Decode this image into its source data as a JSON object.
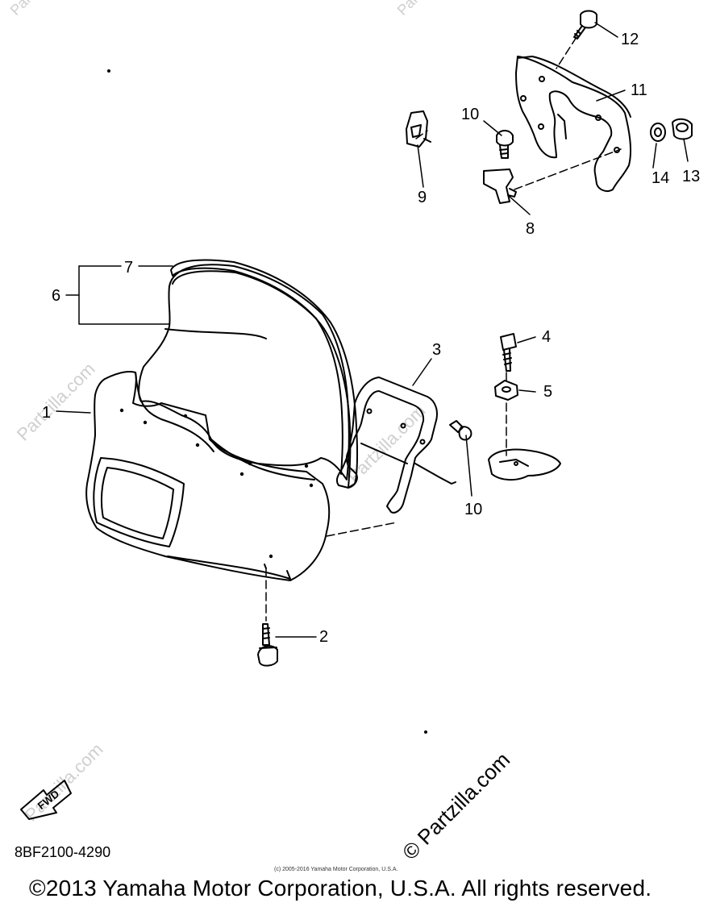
{
  "callouts": {
    "c1": "1",
    "c2": "2",
    "c3": "3",
    "c4": "4",
    "c5": "5",
    "c6": "6",
    "c7": "7",
    "c8": "8",
    "c9": "9",
    "c10a": "10",
    "c10b": "10",
    "c11": "11",
    "c12": "12",
    "c13": "13",
    "c14": "14"
  },
  "watermark": {
    "small": "Partzilla.com",
    "large": "© Partzilla.com"
  },
  "fwd_label": "FWD",
  "diagram_code": "8BF2100-4290",
  "tiny_copyright": "(c) 2005-2016 Yamaha Motor Corporation, U.S.A.",
  "copyright": "©2013 Yamaha Motor Corporation, U.S.A. All rights reserved."
}
